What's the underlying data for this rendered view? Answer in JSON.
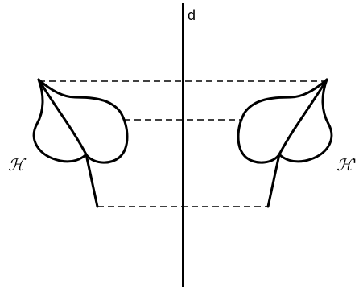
{
  "diagram": {
    "axis_label": "d",
    "left_shape_label": "ℋ",
    "right_shape_label": "ℋ'",
    "line_color": "#000000",
    "background": "#ffffff"
  }
}
